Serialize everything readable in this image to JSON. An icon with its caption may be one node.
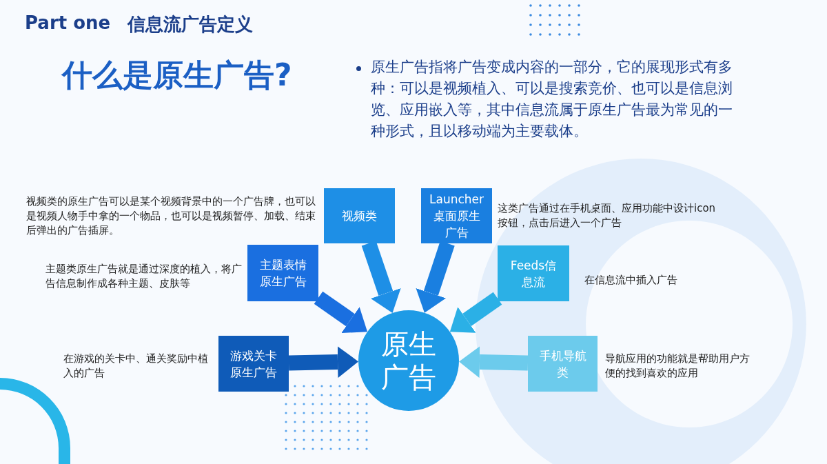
{
  "diagram": {
    "title": "什么是原生广告?",
    "nodes": [
      {
        "text": [
          "视频类"
        ],
        "beside": [
          "视频类的原生广告可以是某个视频背景中的一个广告牌，也可以是视频人物手中拿的一个物品，也可以是视频暂停、加载、结束后弹出的广告插屏。"
        ]
      },
      {
        "text": [
          "Launcher桌面原生广告"
        ],
        "beside": [
          "这类广告通过在手机桌面、应用功能中设计icon按钮，点击后进入一个广告"
        ]
      },
      {
        "text": [
          "主题表情原生广告"
        ],
        "beside": [
          "主题类原生广告就是通过深度的植入，将广告信息制作成各种主题、皮肤等"
        ]
      },
      {
        "text": [
          "Feeds信息流"
        ],
        "beside": [
          "在信息流中插入广告"
        ]
      },
      {
        "text": [
          "游戏关卡原生广告"
        ],
        "beside": [
          "在游戏的关卡中、通关奖励中植入的广告"
        ]
      },
      {
        "text": [
          "手机导航类"
        ],
        "beside": [
          "导航应用的功能就是帮助用户方便的找到喜欢的应用"
        ]
      },
      {
        "text": [
          "原生广告"
        ]
      }
    ],
    "edges": [
      {
        "from": 0,
        "to": 6,
        "arrow": "to",
        "color": "#1e8fe6"
      },
      {
        "from": 1,
        "to": 6,
        "arrow": "to",
        "color": "#1a7fe0"
      },
      {
        "from": 2,
        "to": 6,
        "arrow": "to",
        "color": "#1a6fe0"
      },
      {
        "from": 3,
        "to": 6,
        "arrow": "to",
        "color": "#2bb0e6"
      },
      {
        "from": 4,
        "to": 6,
        "arrow": "to",
        "color": "#0f5bb8"
      },
      {
        "from": 5,
        "to": 6,
        "arrow": "to",
        "color": "#6ccbec"
      }
    ],
    "labels": [
      "Part one",
      "信息流广告定义",
      "原生广告指将广告变成内容的一部分，它的展现形式有多种：可以是视频植入、可以是搜索竞价、也可以是信息浏览、应用嵌入等，其中信息流属于原生广告最为常见的一种形式，且以移动端为主要载体。"
    ]
  }
}
